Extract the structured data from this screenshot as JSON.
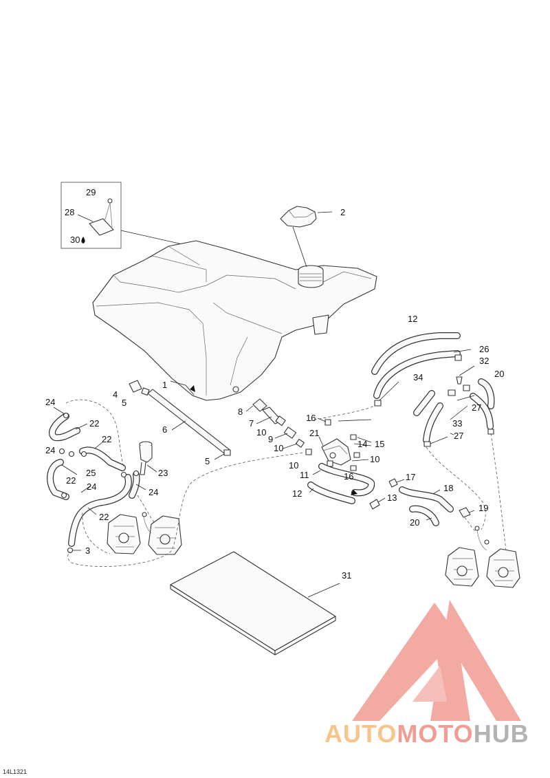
{
  "diagram": {
    "drawing_code": "14L1321",
    "callouts": [
      {
        "id": "c29",
        "text": "29"
      },
      {
        "id": "c28",
        "text": "28"
      },
      {
        "id": "c30",
        "text": "30"
      },
      {
        "id": "c2",
        "text": "2"
      },
      {
        "id": "c12a",
        "text": "12"
      },
      {
        "id": "c26",
        "text": "26"
      },
      {
        "id": "c32",
        "text": "32"
      },
      {
        "id": "c20a",
        "text": "20"
      },
      {
        "id": "c34",
        "text": "34"
      },
      {
        "id": "c27a",
        "text": "27"
      },
      {
        "id": "c1",
        "text": "1"
      },
      {
        "id": "c4",
        "text": "4"
      },
      {
        "id": "c5a",
        "text": "5"
      },
      {
        "id": "c8",
        "text": "8"
      },
      {
        "id": "c7",
        "text": "7"
      },
      {
        "id": "c16a",
        "text": "16"
      },
      {
        "id": "c33",
        "text": "33"
      },
      {
        "id": "c27b",
        "text": "27"
      },
      {
        "id": "c24a",
        "text": "24"
      },
      {
        "id": "c22a",
        "text": "22"
      },
      {
        "id": "c6",
        "text": "6"
      },
      {
        "id": "c10a",
        "text": "10"
      },
      {
        "id": "c9",
        "text": "9"
      },
      {
        "id": "c21",
        "text": "21"
      },
      {
        "id": "c14",
        "text": "14"
      },
      {
        "id": "c15",
        "text": "15"
      },
      {
        "id": "c22b",
        "text": "22"
      },
      {
        "id": "c24b",
        "text": "24"
      },
      {
        "id": "c10b",
        "text": "10"
      },
      {
        "id": "c10c",
        "text": "10"
      },
      {
        "id": "c10d",
        "text": "10"
      },
      {
        "id": "c25",
        "text": "25"
      },
      {
        "id": "c5b",
        "text": "5"
      },
      {
        "id": "c23",
        "text": "23"
      },
      {
        "id": "c11",
        "text": "11"
      },
      {
        "id": "c16b",
        "text": "16"
      },
      {
        "id": "c17",
        "text": "17"
      },
      {
        "id": "c22c",
        "text": "22"
      },
      {
        "id": "c24c",
        "text": "24"
      },
      {
        "id": "c24d",
        "text": "24"
      },
      {
        "id": "c18",
        "text": "18"
      },
      {
        "id": "c12b",
        "text": "12"
      },
      {
        "id": "c13",
        "text": "13"
      },
      {
        "id": "c19",
        "text": "19"
      },
      {
        "id": "c22d",
        "text": "22"
      },
      {
        "id": "c20b",
        "text": "20"
      },
      {
        "id": "c3",
        "text": "3"
      },
      {
        "id": "c31",
        "text": "31"
      }
    ]
  },
  "watermark": {
    "brand_part1": "AUTO",
    "brand_part2": "MOTO",
    "brand_part3": "HUB",
    "colors": {
      "yellow": "#f7c58a",
      "red": "#f19c94",
      "grey": "#b3b3b3"
    }
  }
}
